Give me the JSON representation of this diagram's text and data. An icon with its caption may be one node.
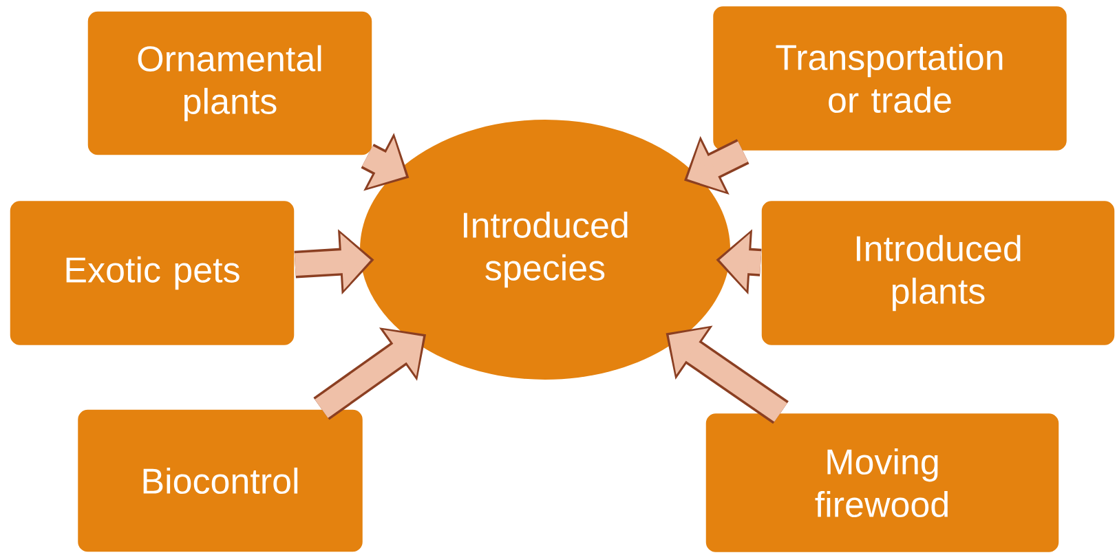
{
  "diagram": {
    "nodes": [
      {
        "text": [
          "Ornamental plants"
        ]
      },
      {
        "text": [
          "Transportation or trade"
        ]
      },
      {
        "text": [
          "Exotic pets"
        ]
      },
      {
        "text": [
          "Introduced species"
        ]
      },
      {
        "text": [
          "Introduced plants"
        ]
      },
      {
        "text": [
          "Biocontrol"
        ]
      },
      {
        "text": [
          "Moving firewood"
        ]
      }
    ],
    "edges": [
      {
        "from": 0,
        "to": 3,
        "arrow": "to"
      },
      {
        "from": 1,
        "to": 3,
        "arrow": "to"
      },
      {
        "from": 2,
        "to": 3,
        "arrow": "to"
      },
      {
        "from": 4,
        "to": 3,
        "arrow": "to"
      },
      {
        "from": 5,
        "to": 3,
        "arrow": "to"
      },
      {
        "from": 6,
        "to": 3,
        "arrow": "to"
      }
    ]
  }
}
